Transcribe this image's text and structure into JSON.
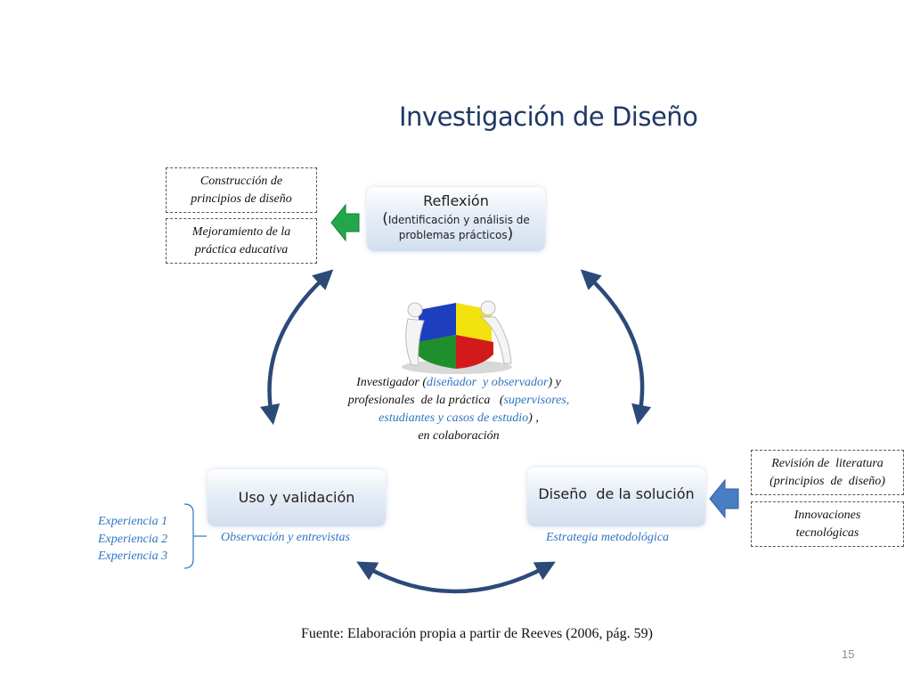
{
  "title": "Investigación de Diseño",
  "reflexion": {
    "heading": "Reflexión",
    "paren_open": "(",
    "detail": "Identificación y análisis de problemas prácticos",
    "paren_close": ")"
  },
  "uso": {
    "heading": "Uso y validación",
    "caption": "Observación y entrevistas"
  },
  "diseno": {
    "heading": "Diseño  de la solución",
    "caption": "Estrategia metodológica"
  },
  "left_boxes": [
    "Construcción de principios de diseño",
    "Mejoramiento de la práctica educativa"
  ],
  "right_boxes": [
    "Revisión de  literatura (principios  de  diseño)",
    "Innovaciones tecnológicas"
  ],
  "center": {
    "line1_a": "Investigador (",
    "line1_b": "diseñador  y observador",
    "line1_c": ") y",
    "line2_a": "profesionales  de la práctica   (",
    "line2_b": "supervisores,",
    "line3_a": "estudiantes y casos de estudio",
    "line3_b": ") ,",
    "line4": "en colaboración"
  },
  "experiences": [
    "Experiencia 1",
    "Experiencia 2",
    "Experiencia 3"
  ],
  "source": "Fuente: Elaboración propia a partir de Reeves (2006, pág. 59)",
  "page_number": "15",
  "colors": {
    "title": "#1f3864",
    "cycle_arrows": "#2b4a78",
    "left_arrow": "#22a84a",
    "right_arrow": "#4a7ec4",
    "caption_text": "#2f74c0"
  }
}
